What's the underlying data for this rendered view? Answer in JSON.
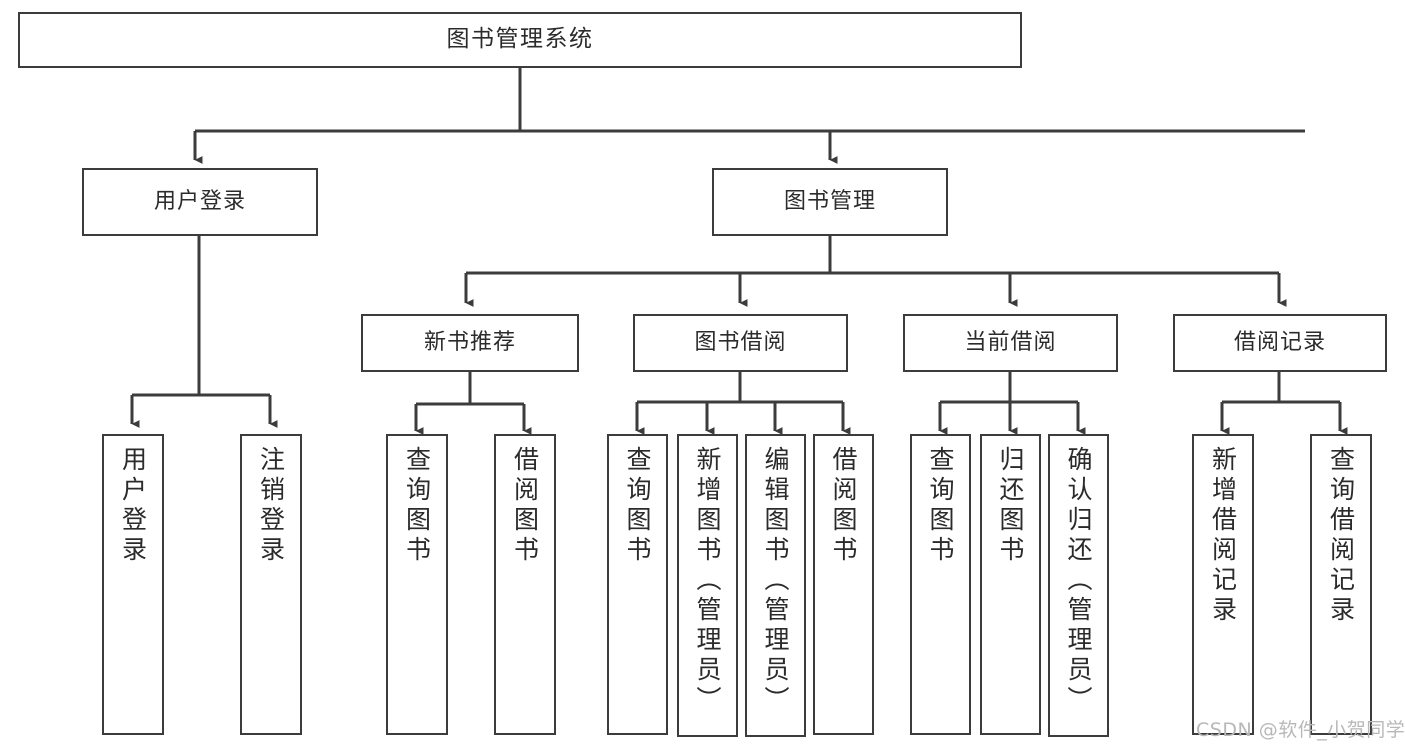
{
  "diagram": {
    "type": "tree",
    "title": "图书管理系统",
    "root": {
      "label": "图书管理系统"
    },
    "level2": [
      {
        "label": "用户登录"
      },
      {
        "label": "图书管理"
      }
    ],
    "level3": [
      {
        "label": "新书推荐"
      },
      {
        "label": "图书借阅"
      },
      {
        "label": "当前借阅"
      },
      {
        "label": "借阅记录"
      }
    ],
    "leaves": {
      "user_login": [
        {
          "label": "用户登录"
        },
        {
          "label": "注销登录"
        }
      ],
      "new_book": [
        {
          "label": "查询图书"
        },
        {
          "label": "借阅图书"
        }
      ],
      "book_borrow": [
        {
          "label": "查询图书"
        },
        {
          "label": "新增图书（管理员）"
        },
        {
          "label": "编辑图书（管理员）"
        },
        {
          "label": "借阅图书"
        }
      ],
      "current_borrow": [
        {
          "label": "查询图书"
        },
        {
          "label": "归还图书"
        },
        {
          "label": "确认归还（管理员）"
        }
      ],
      "borrow_record": [
        {
          "label": "新增借阅记录"
        },
        {
          "label": "查询借阅记录"
        }
      ]
    }
  },
  "watermark": {
    "text": "CSDN @软件_小贺同学"
  },
  "colors": {
    "stroke": "#3c3c3c",
    "text": "#2b2b2b",
    "background": "#ffffff",
    "watermark": "#b8b8b8"
  }
}
